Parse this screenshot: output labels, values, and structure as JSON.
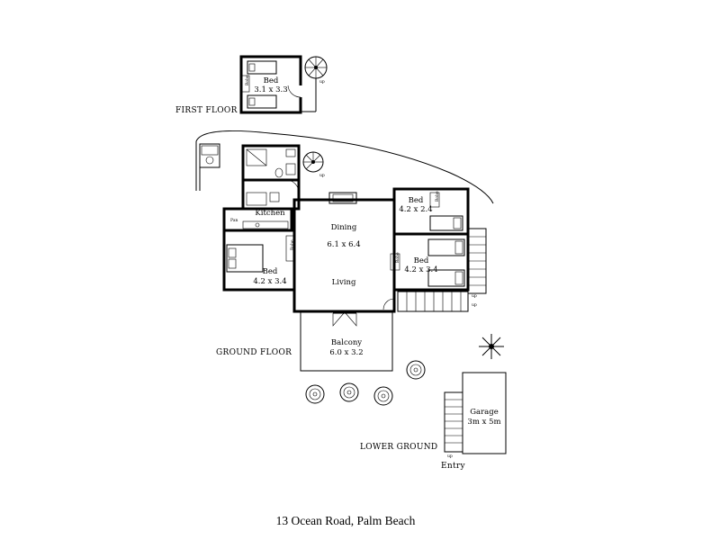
{
  "floors": {
    "first": "FIRST FLOOR",
    "ground": "GROUND FLOOR",
    "lower": "LOWER GROUND"
  },
  "rooms": {
    "first_bed": {
      "name": "Bed",
      "size": "3.1 x 3.3"
    },
    "kitchen": {
      "name": "Kitchen"
    },
    "dining": {
      "name": "Dining",
      "size": "6.1 x 6.4"
    },
    "living": {
      "name": "Living"
    },
    "bed_left": {
      "name": "Bed",
      "size": "4.2 x 3.4"
    },
    "bed_top_right": {
      "name": "Bed",
      "size": "4.2 x 2.4"
    },
    "bed_right": {
      "name": "Bed",
      "size": "4.2 x 3.4"
    },
    "balcony": {
      "name": "Balcony",
      "size": "6.0 x 3.2"
    },
    "garage": {
      "name": "Garage",
      "size": "3m x 5m"
    }
  },
  "labels": {
    "robe": "Robe",
    "pantry": "Pan",
    "up": "up",
    "entry": "Entry"
  },
  "title": "13 Ocean Road, Palm Beach"
}
